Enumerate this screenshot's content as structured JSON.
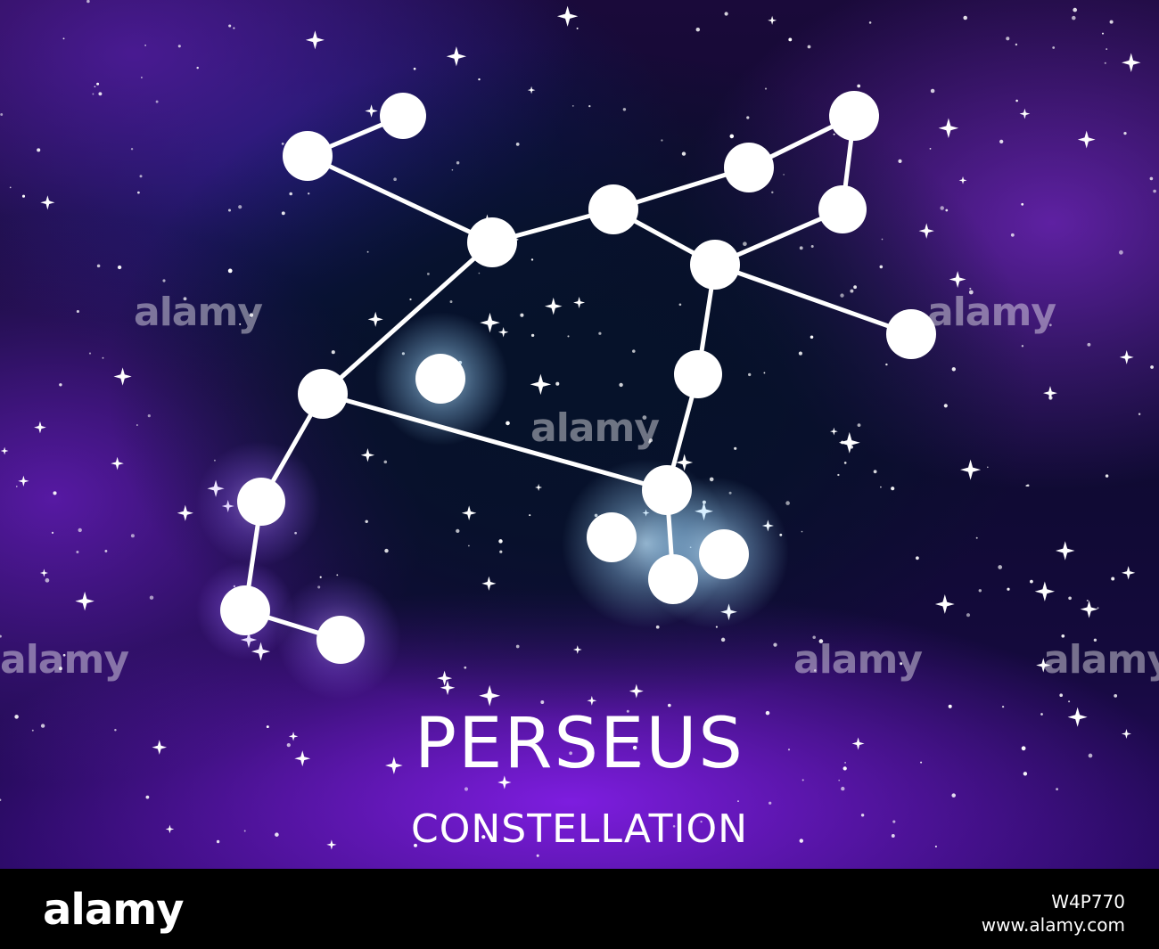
{
  "constellation": {
    "name": "PERSEUS",
    "subtitle": "CONSTELLATION"
  },
  "watermarks": [
    "alamy",
    "alamy",
    "alamy",
    "alamy",
    "alamy",
    "alamy"
  ],
  "footer": {
    "logo": "alamy",
    "image_id": "W4P770",
    "url": "www.alamy.com"
  },
  "colors": {
    "background": "#0c0b2c",
    "nebula": "#8a2be2",
    "star": "#ffffff",
    "glow_blue": "#9fd8ff"
  }
}
